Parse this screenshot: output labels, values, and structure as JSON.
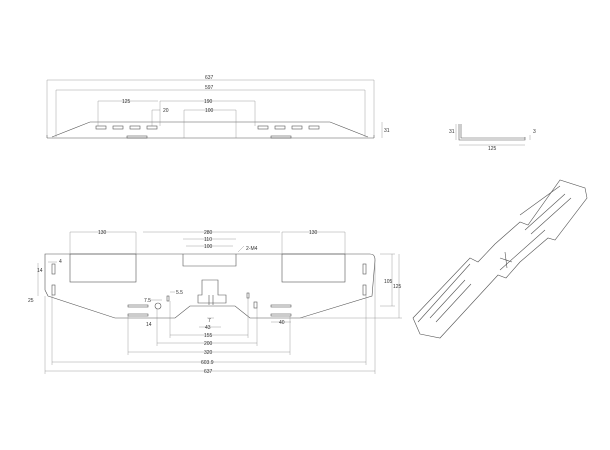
{
  "front_view": {
    "dims": {
      "overall": "637",
      "inner": "597",
      "slot_span": "125",
      "center_span": "190",
      "slot_width": "20",
      "center_width": "100",
      "height": "31"
    }
  },
  "side_view": {
    "dims": {
      "height": "31",
      "thickness": "3",
      "width": "125"
    }
  },
  "plan_view": {
    "dims": {
      "left_box": "130",
      "middle": "280",
      "right_box": "130",
      "tab_outer": "110",
      "tab_inner": "100",
      "thread": "2-M4",
      "edge": "4",
      "slot_h": "14",
      "side": "25",
      "hole_offset": "7.5",
      "hole_small": "5.5",
      "hole_dia": "14",
      "center_slot": "7",
      "center_width": "43",
      "span_155": "155",
      "span_200": "200",
      "span_320": "320",
      "span_603": "603.9",
      "overall": "637",
      "depth_inner": "105",
      "depth_outer": "125",
      "slot_len": "40"
    }
  },
  "colors": {
    "line": "#555555",
    "dimension": "#888888",
    "text": "#333333"
  }
}
